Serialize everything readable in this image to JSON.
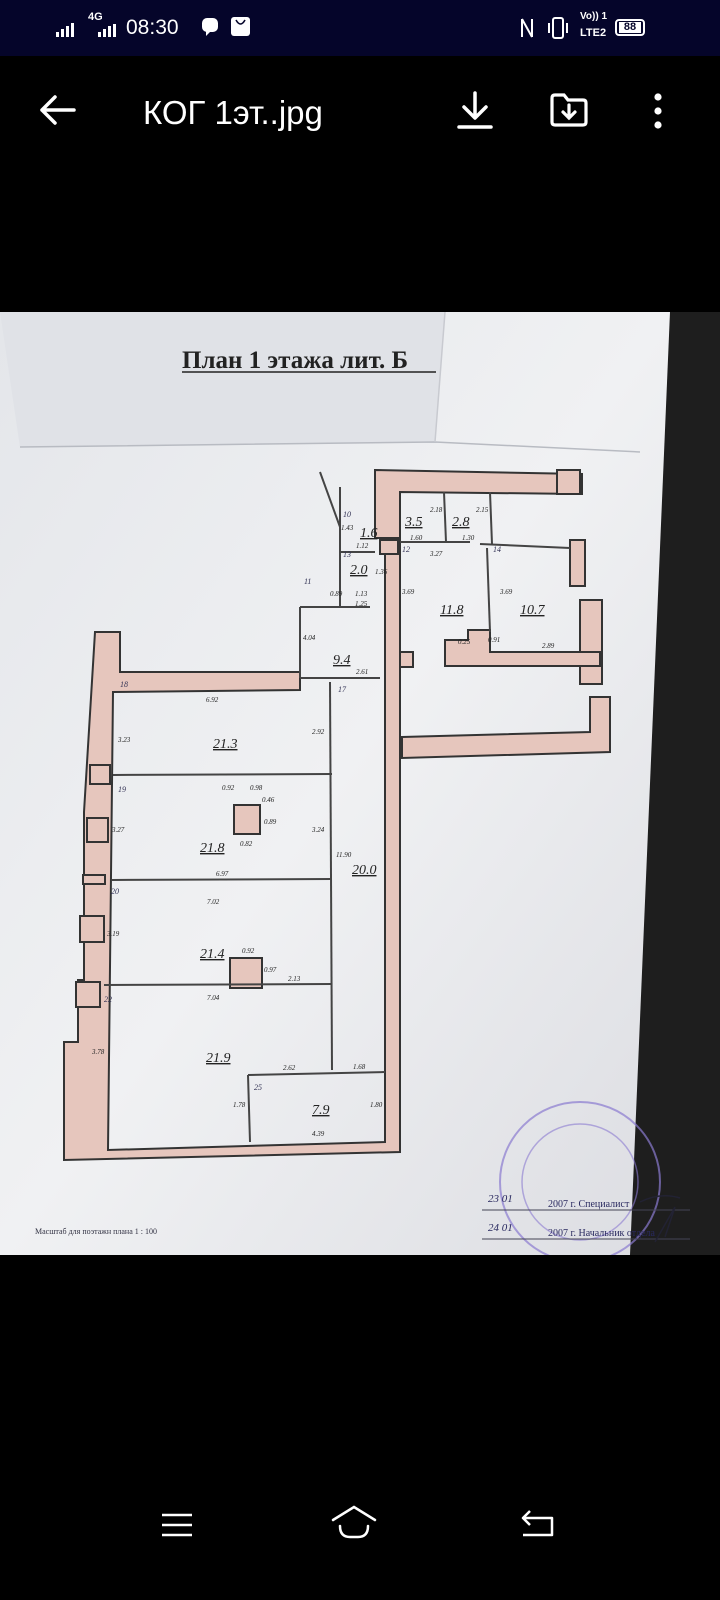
{
  "status_bar": {
    "time": "08:30",
    "network": "4G",
    "volte": "Vo)) 1",
    "lte": "LTE2",
    "battery": "88"
  },
  "app_bar": {
    "title": "КОГ 1эт..jpg"
  },
  "icons": [
    "back-arrow-icon",
    "download-icon",
    "save-to-folder-icon",
    "more-vert-icon",
    "menu-icon",
    "home-icon",
    "back-icon"
  ],
  "plan": {
    "title": "План 1 этажа лит. Б",
    "rooms": [
      "1.6",
      "3.5",
      "2.8",
      "2.0",
      "11.8",
      "10.7",
      "9.4",
      "21.3",
      "21.8",
      "20.0",
      "21.4",
      "21.9",
      "7.9"
    ],
    "room_numbers": [
      "10",
      "11",
      "12",
      "13",
      "14",
      "17",
      "18",
      "19",
      "20",
      "22",
      "25"
    ],
    "dimensions": [
      "1.60",
      "1.30",
      "3.27",
      "1.12",
      "1.13",
      "1.25",
      "0.89",
      "3.69",
      "3.69",
      "0.25",
      "0.91",
      "2.89",
      "4.04",
      "2.61",
      "6.92",
      "3.23",
      "2.92",
      "0.92",
      "0.98",
      "0.46",
      "0.89",
      "0.82",
      "3.27",
      "3.24",
      "11.90",
      "6.97",
      "7.02",
      "3.19",
      "0.92",
      "0.97",
      "2.13",
      "7.04",
      "3.78",
      "2.62",
      "1.68",
      "1.78",
      "1.80",
      "4.39",
      "2.18",
      "2.15",
      "1.43",
      "1.36"
    ],
    "scale_note": "Масштаб для поэтажн плана  1 : 100",
    "sign1_date": "23  01",
    "sign1_text": "2007 г. Специалист",
    "sign2_date": "24  01",
    "sign2_text": "2007 г. Начальник отдела"
  },
  "colors": {
    "status_bg": "#05052a",
    "wall": "#e6c6bd",
    "paper": "#eceef0"
  }
}
